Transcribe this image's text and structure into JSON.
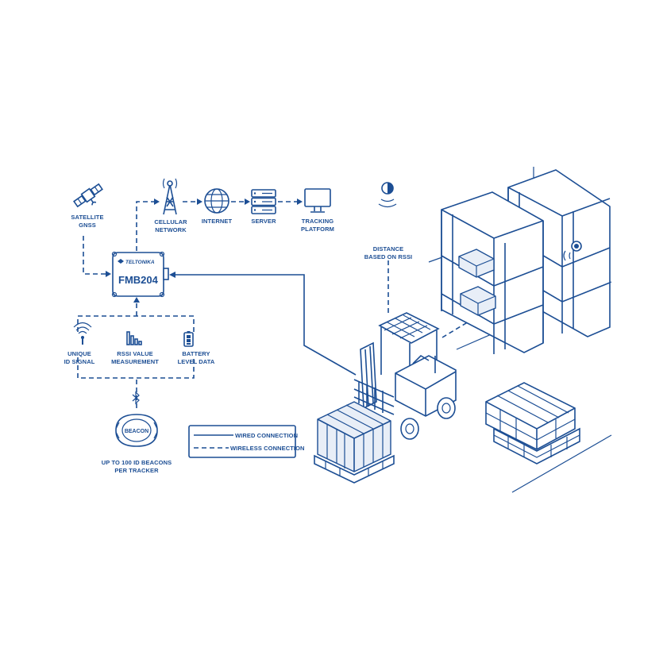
{
  "colors": {
    "primary": "#1c4e94",
    "background": "#ffffff",
    "shade": "#e8eef7"
  },
  "nodes": {
    "satellite": {
      "line1": "SATELLITE",
      "line2": "GNSS",
      "icon": "satellite-icon"
    },
    "cellular": {
      "line1": "CELLULAR",
      "line2": "NETWORK",
      "icon": "cell-tower-icon"
    },
    "internet": {
      "line1": "INTERNET",
      "icon": "globe-icon"
    },
    "server": {
      "line1": "SERVER",
      "icon": "server-icon"
    },
    "tracking": {
      "line1": "TRACKING",
      "line2": "PLATFORM",
      "icon": "monitor-icon"
    },
    "unique_id": {
      "line1": "UNIQUE",
      "line2": "ID SIGNAL",
      "icon": "wifi-signal-icon"
    },
    "rssi": {
      "line1": "RSSI VALUE",
      "line2": "MEASUREMENT",
      "icon": "signal-bars-icon"
    },
    "battery": {
      "line1": "BATTERY",
      "line2": "LEVEL DATA",
      "icon": "battery-icon"
    },
    "distance": {
      "line1": "DISTANCE",
      "line2": "BASED ON RSSI",
      "icon": "beacon-signal-icon"
    },
    "beacons": {
      "line1": "UP TO 100 ID BEACONS",
      "line2": "PER TRACKER"
    }
  },
  "device": {
    "brand": "TELTONIKA",
    "model": "FMB204"
  },
  "beacon": {
    "label": "BEACON"
  },
  "legend": {
    "wired": "WIRED CONNECTION",
    "wireless": "WIRELESS CONNECTION"
  }
}
